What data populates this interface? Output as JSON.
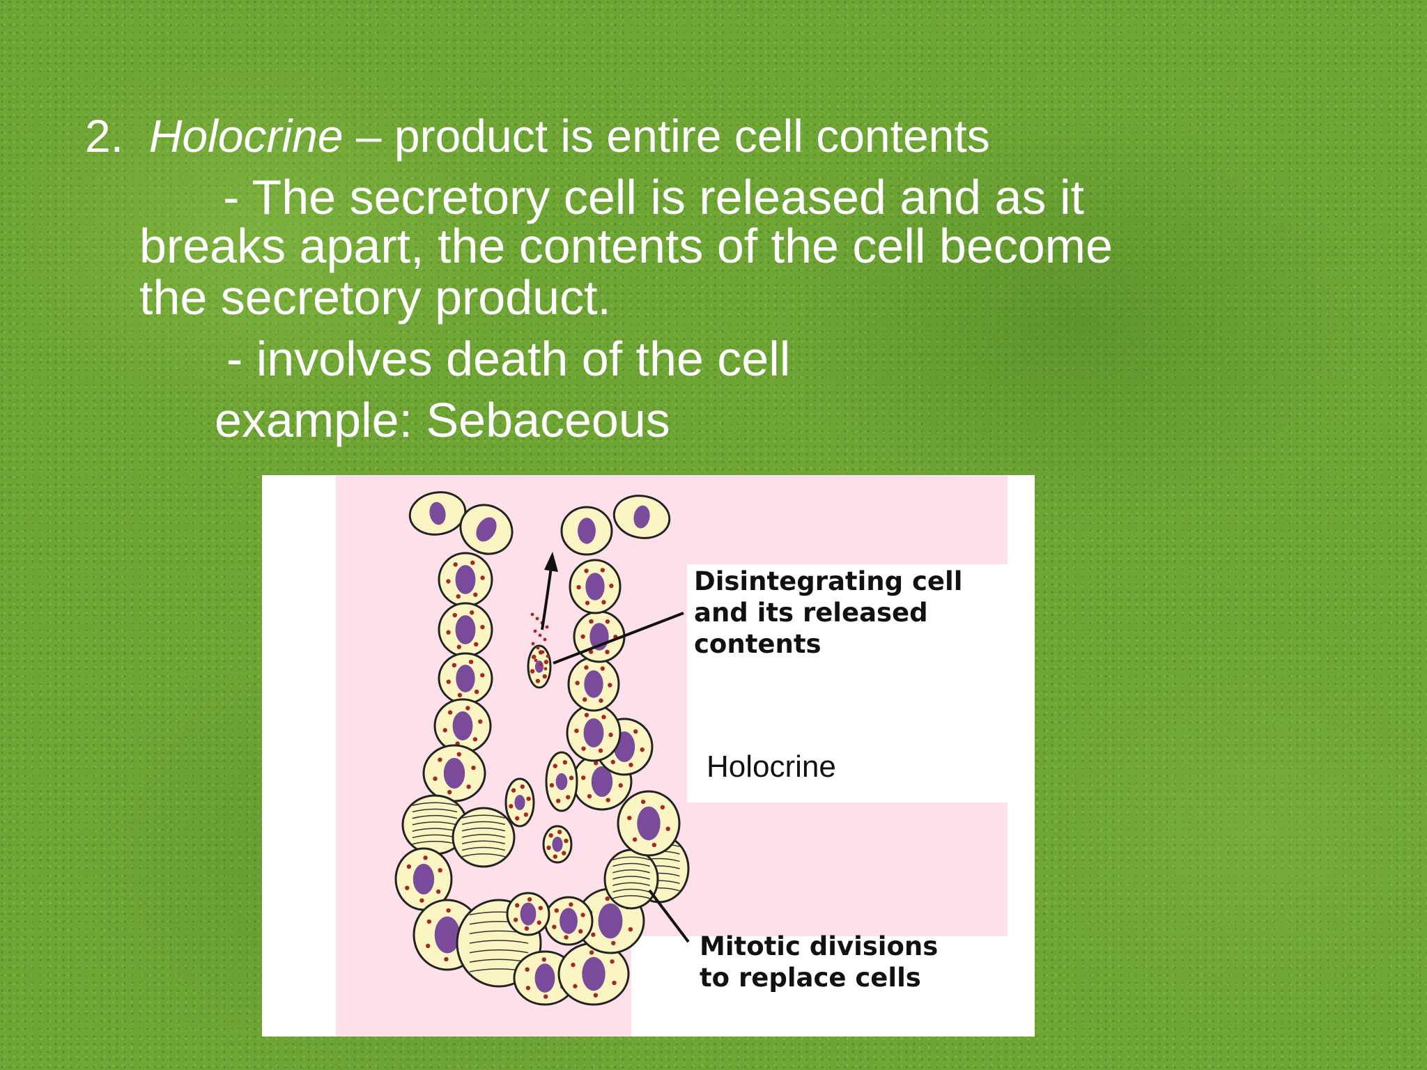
{
  "slide": {
    "heading": {
      "number": "2.",
      "term": "Holocrine",
      "definition": " – product is entire cell  contents"
    },
    "bullet1": {
      "line1": "- The secretory cell is released and as it",
      "line2": "breaks apart, the contents of the cell become",
      "line3": "the secretory product."
    },
    "bullet2": "- involves death of the cell",
    "example": "example: Sebaceous"
  },
  "figure": {
    "label_disintegrating": {
      "line1": "Disintegrating cell",
      "line2": "and its released",
      "line3": "contents"
    },
    "title": "Holocrine",
    "label_mitotic": {
      "line1": "Mitotic divisions",
      "line2": "to replace cells"
    },
    "colors": {
      "background_pink": "#fde0ea",
      "cell_fill": "#fbf5c4",
      "nucleus": "#7b4b9b",
      "granule": "#a52828",
      "outline": "#222222"
    }
  }
}
